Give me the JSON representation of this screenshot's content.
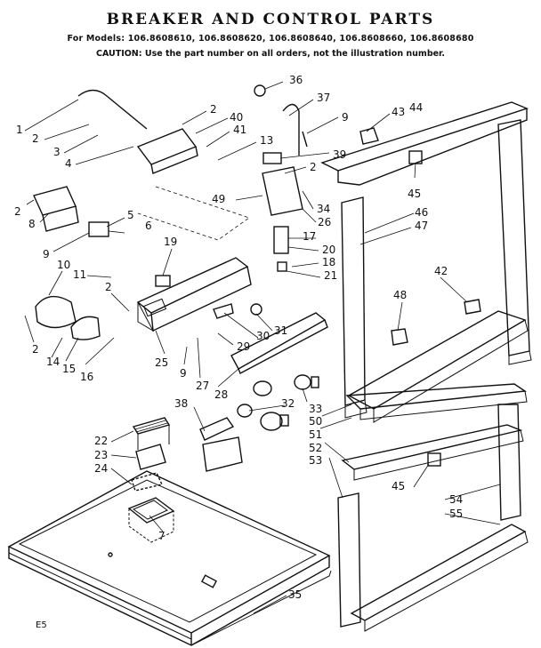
{
  "title": "BREAKER AND CONTROL PARTS",
  "models_line": "For Models: 106.8608610, 106.8608620, 106.8608640, 106.8608660, 106.8608680",
  "caution_line": "CAUTION: Use the part number on all orders, not the illustration number.",
  "footer_code": "E5",
  "callouts": [
    {
      "id": "1",
      "label": "1"
    },
    {
      "id": "2a",
      "label": "2"
    },
    {
      "id": "3",
      "label": "3"
    },
    {
      "id": "4",
      "label": "4"
    },
    {
      "id": "2b",
      "label": "2"
    },
    {
      "id": "40",
      "label": "40"
    },
    {
      "id": "41",
      "label": "41"
    },
    {
      "id": "13",
      "label": "13"
    },
    {
      "id": "36",
      "label": "36"
    },
    {
      "id": "37",
      "label": "37"
    },
    {
      "id": "9a",
      "label": "9"
    },
    {
      "id": "39",
      "label": "39"
    },
    {
      "id": "2c",
      "label": "2"
    },
    {
      "id": "43",
      "label": "43"
    },
    {
      "id": "44",
      "label": "44"
    },
    {
      "id": "45a",
      "label": "45"
    },
    {
      "id": "46",
      "label": "46"
    },
    {
      "id": "47",
      "label": "47"
    },
    {
      "id": "49",
      "label": "49"
    },
    {
      "id": "34",
      "label": "34"
    },
    {
      "id": "26",
      "label": "26"
    },
    {
      "id": "17",
      "label": "17"
    },
    {
      "id": "20",
      "label": "20"
    },
    {
      "id": "18",
      "label": "18"
    },
    {
      "id": "21",
      "label": "21"
    },
    {
      "id": "42",
      "label": "42"
    },
    {
      "id": "48",
      "label": "48"
    },
    {
      "id": "2d",
      "label": "2"
    },
    {
      "id": "8",
      "label": "8"
    },
    {
      "id": "5",
      "label": "5"
    },
    {
      "id": "6",
      "label": "6"
    },
    {
      "id": "9b",
      "label": "9"
    },
    {
      "id": "19",
      "label": "19"
    },
    {
      "id": "10",
      "label": "10"
    },
    {
      "id": "11",
      "label": "11"
    },
    {
      "id": "2e",
      "label": "2"
    },
    {
      "id": "2f",
      "label": "2"
    },
    {
      "id": "14",
      "label": "14"
    },
    {
      "id": "15",
      "label": "15"
    },
    {
      "id": "16",
      "label": "16"
    },
    {
      "id": "31",
      "label": "31"
    },
    {
      "id": "30",
      "label": "30"
    },
    {
      "id": "29",
      "label": "29"
    },
    {
      "id": "25",
      "label": "25"
    },
    {
      "id": "9c",
      "label": "9"
    },
    {
      "id": "27",
      "label": "27"
    },
    {
      "id": "28",
      "label": "28"
    },
    {
      "id": "33",
      "label": "33"
    },
    {
      "id": "32",
      "label": "32"
    },
    {
      "id": "38",
      "label": "38"
    },
    {
      "id": "50",
      "label": "50"
    },
    {
      "id": "51",
      "label": "51"
    },
    {
      "id": "52",
      "label": "52"
    },
    {
      "id": "53",
      "label": "53"
    },
    {
      "id": "22",
      "label": "22"
    },
    {
      "id": "23",
      "label": "23"
    },
    {
      "id": "24",
      "label": "24"
    },
    {
      "id": "45b",
      "label": "45"
    },
    {
      "id": "7",
      "label": "7"
    },
    {
      "id": "54",
      "label": "54"
    },
    {
      "id": "55",
      "label": "55"
    },
    {
      "id": "35",
      "label": "35"
    }
  ]
}
